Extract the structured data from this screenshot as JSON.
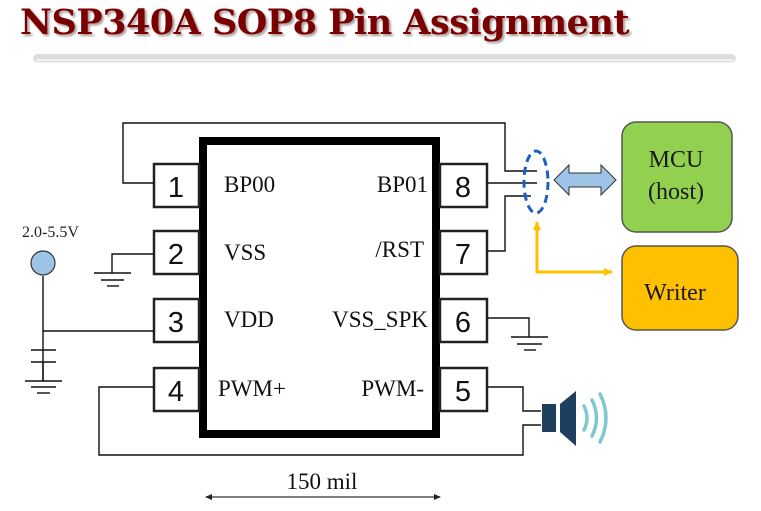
{
  "title": "NSP340A SOP8 Pin Assignment",
  "chip": {
    "pins": [
      {
        "number": "1",
        "name": "BP00"
      },
      {
        "number": "2",
        "name": "VSS"
      },
      {
        "number": "3",
        "name": "VDD"
      },
      {
        "number": "4",
        "name": "PWM+"
      },
      {
        "number": "5",
        "name": "PWM-"
      },
      {
        "number": "6",
        "name": "VSS_SPK"
      },
      {
        "number": "7",
        "name": "/RST"
      },
      {
        "number": "8",
        "name": "BP01"
      }
    ],
    "width_label": "150 mil"
  },
  "supply": {
    "voltage_label": "2.0-5.5V"
  },
  "blocks": {
    "mcu": {
      "line1": "MCU",
      "line2": "(host)",
      "color": "#92d050"
    },
    "writer": {
      "label": "Writer",
      "color": "#ffc000"
    }
  },
  "colors": {
    "title": "#7a0000",
    "bus_arrow": "#9dc3e6",
    "writer_arrow": "#ffc000",
    "dashed_ellipse": "#1f5fbf",
    "speaker": "#1f3f5f",
    "speaker_waves": "#7fc8d0",
    "supply_node": "#9dc3e6"
  }
}
